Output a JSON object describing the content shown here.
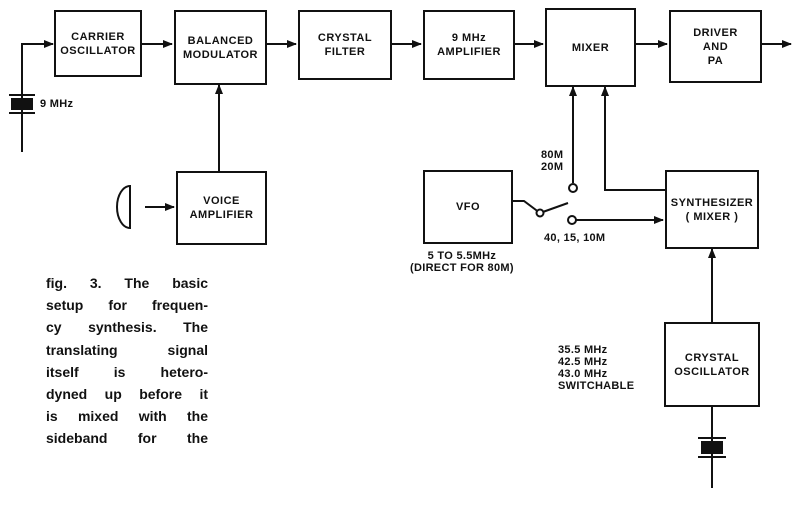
{
  "blocks": {
    "carrier_oscillator": "CARRIER\nOSCILLATOR",
    "balanced_modulator": "BALANCED\nMODULATOR",
    "crystal_filter": "CRYSTAL\nFILTER",
    "if_amplifier": "9 MHz\nAMPLIFIER",
    "mixer": "MIXER",
    "driver_pa": "DRIVER\nAND\nPA",
    "voice_amplifier": "VOICE\nAMPLIFIER",
    "vfo": "VFO",
    "synthesizer": "SYNTHESIZER\n( MIXER )",
    "crystal_oscillator": "CRYSTAL\nOSCILLATOR"
  },
  "notes": {
    "carrier_crystal": "9 MHz",
    "vfo_range": "5 TO 5.5MHz\n(DIRECT FOR 80M)",
    "switch_top": "80M\n20M",
    "switch_bottom": "40, 15, 10M",
    "crystal_freqs": "35.5 MHz\n42.5 MHz\n43.0 MHz\nSWITCHABLE"
  },
  "caption_lines": [
    "fig. 3.  The  basic",
    "setup  for  frequen-",
    "cy  synthesis.  The",
    "translating  signal",
    "itself  is  hetero-",
    "dyned up before it",
    "is  mixed  with  the",
    "sideband  for  the"
  ]
}
